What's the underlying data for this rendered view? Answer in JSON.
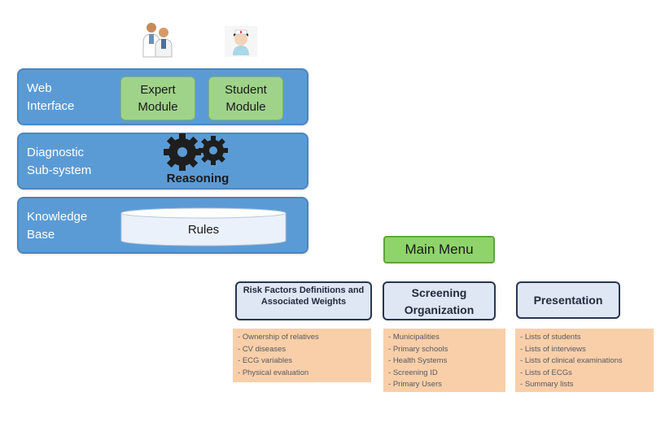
{
  "architecture": {
    "icons": [
      "doctors-icon",
      "nurse-icon"
    ],
    "web_interface": {
      "label": "Web\nInterface",
      "expert_module": "Expert\nModule",
      "student_module": "Student\nModule"
    },
    "diagnostic": {
      "label": "Diagnostic\nSub-system",
      "reasoning": "Reasoning",
      "icon": "gears-icon"
    },
    "knowledge_base": {
      "label": "Knowledge\nBase",
      "rules": "Rules",
      "icon": "database-cylinder-icon"
    }
  },
  "menu": {
    "main_menu": "Main Menu",
    "categories": [
      {
        "title": "Risk Factors Definitions and Associated Weights",
        "items": [
          "Ownership of relatives",
          "CV diseases",
          "ECG variables",
          "Physical evaluation"
        ]
      },
      {
        "title": "Screening Organization",
        "items": [
          "Municipalities",
          "Primary schools",
          "Health Systems",
          "Screening ID",
          "Primary Users"
        ]
      },
      {
        "title": "Presentation",
        "items": [
          "Lists of students",
          "Lists of interviews",
          "Lists of clinical examinations",
          "Lists of ECGs",
          "Summary lists"
        ]
      }
    ]
  },
  "colors": {
    "layer_blue": "#5b9bd5",
    "module_green": "#9fd38a",
    "main_menu_green": "#8fd46b",
    "category_fill": "#dfe6f4",
    "list_fill": "#f9cfa9"
  }
}
